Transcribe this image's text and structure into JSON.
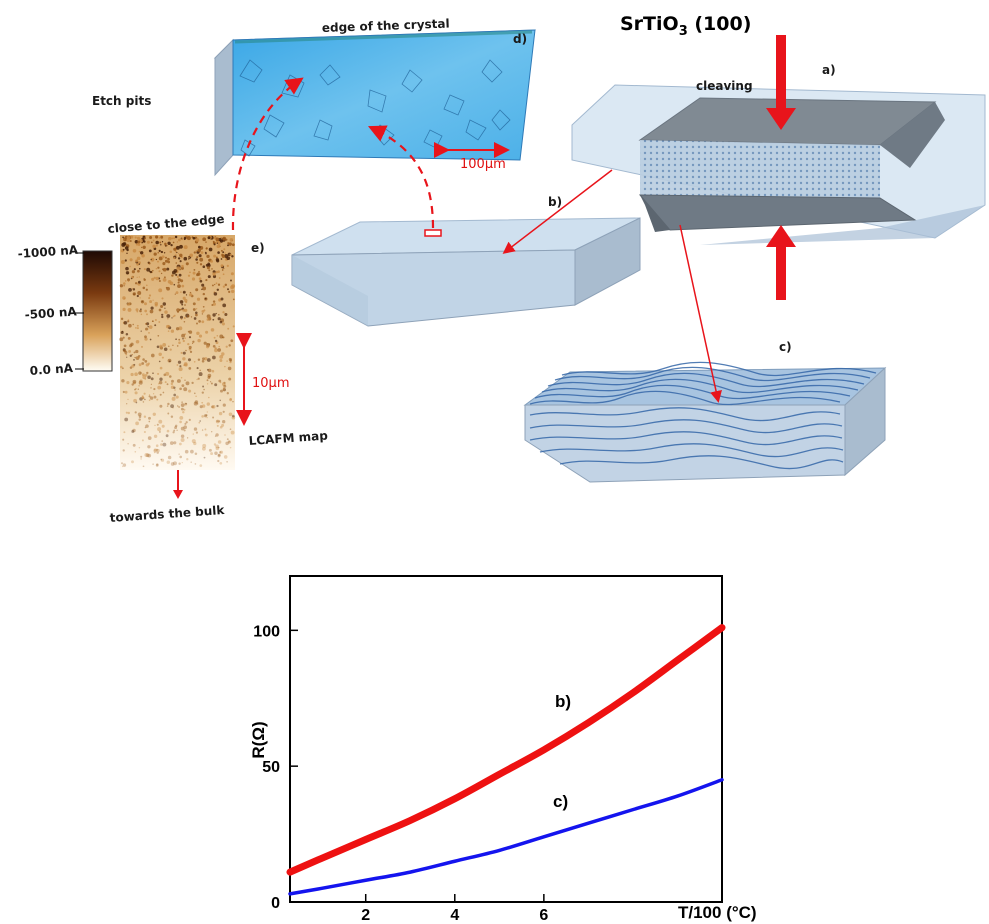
{
  "title": {
    "main": "SrTiO",
    "sub": "3",
    "tail": " (100)"
  },
  "labels": {
    "edge_of_crystal": "edge of the crystal",
    "d": "d)",
    "etch_pits": "Etch pits",
    "scale_100": "100µm",
    "cleaving": "cleaving",
    "a": "a)",
    "b": "b)",
    "c": "c)",
    "e": "e)",
    "close_to_edge": "close to the edge",
    "scale_10": "10µm",
    "lcafm": "LCAFM  map",
    "towards_bulk": "towards  the bulk"
  },
  "colorbar": {
    "ticks": [
      "-1000 nA",
      "-500 nA",
      "0.0 nA"
    ],
    "colors": [
      "#2a0e05",
      "#8b4a14",
      "#d9a25a",
      "#fffaf0"
    ]
  },
  "colors": {
    "red_arrow": "#e8141b",
    "crystal": "#b8cfe6",
    "etch_surface": "#5bb6e8"
  },
  "chart_data": {
    "type": "line",
    "xlabel": "T/100 (°C)",
    "ylabel": "R(Ω)",
    "xlim": [
      0.3,
      10
    ],
    "ylim": [
      0,
      120
    ],
    "xticks": [
      "2",
      "4",
      "6"
    ],
    "yticks": [
      "0",
      "50",
      "100"
    ],
    "series": [
      {
        "name": "b)",
        "color": "#ee1111",
        "x": [
          0.3,
          1,
          2,
          3,
          4,
          5,
          6,
          7,
          8,
          9,
          10
        ],
        "y": [
          11,
          16,
          23,
          30,
          38,
          47,
          56,
          66,
          77,
          89,
          101
        ]
      },
      {
        "name": "c)",
        "color": "#1414ee",
        "x": [
          0.3,
          1,
          2,
          3,
          4,
          5,
          6,
          7,
          8,
          9,
          10
        ],
        "y": [
          3,
          5,
          8,
          11,
          15,
          19,
          24,
          29,
          34,
          39,
          45
        ]
      }
    ]
  }
}
